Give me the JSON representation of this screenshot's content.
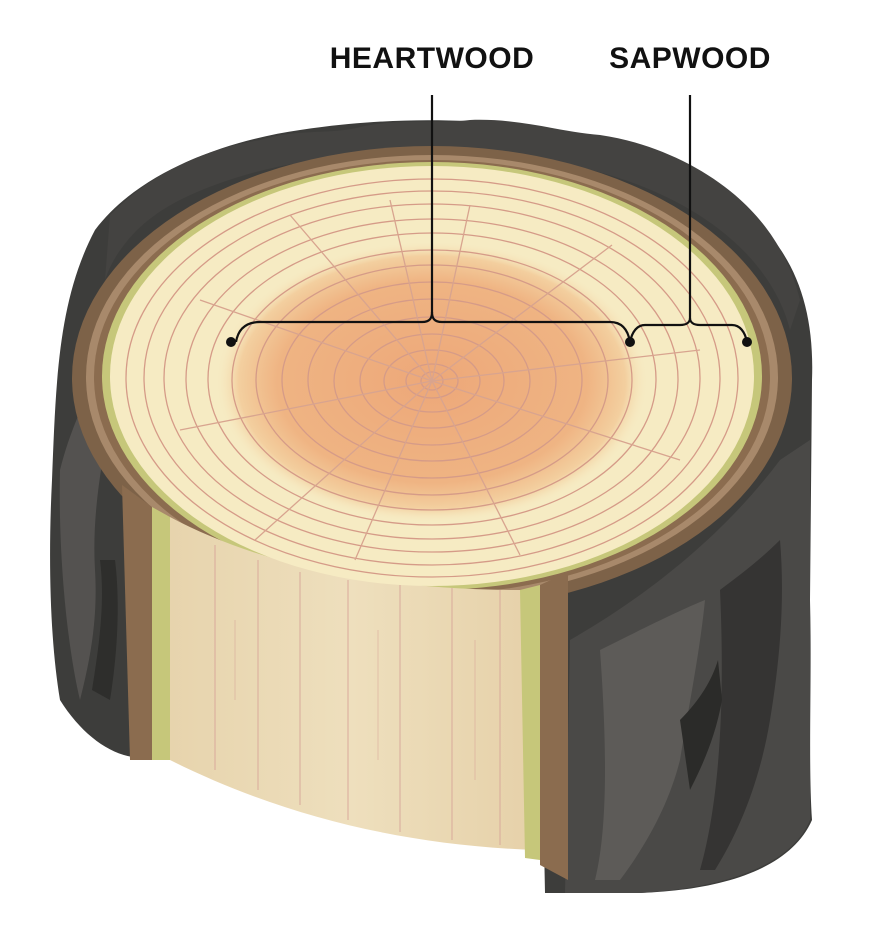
{
  "labels": {
    "heartwood": "HEARTWOOD",
    "sapwood": "SAPWOOD"
  },
  "colors": {
    "bark_dark": "#3d3d3b",
    "bark_mid": "#4f4d49",
    "inner_bark": "#8b6c4f",
    "inner_bark_light": "#a8896b",
    "cambium": "#c6c77a",
    "sapwood": "#f6ebc3",
    "heartwood": "#edb07e",
    "ring_line": "#d59b88",
    "side_wood": "#ead9b5",
    "leader_line": "#111111"
  },
  "icons": {
    "tree_stump": "tree-stump-illustration"
  }
}
